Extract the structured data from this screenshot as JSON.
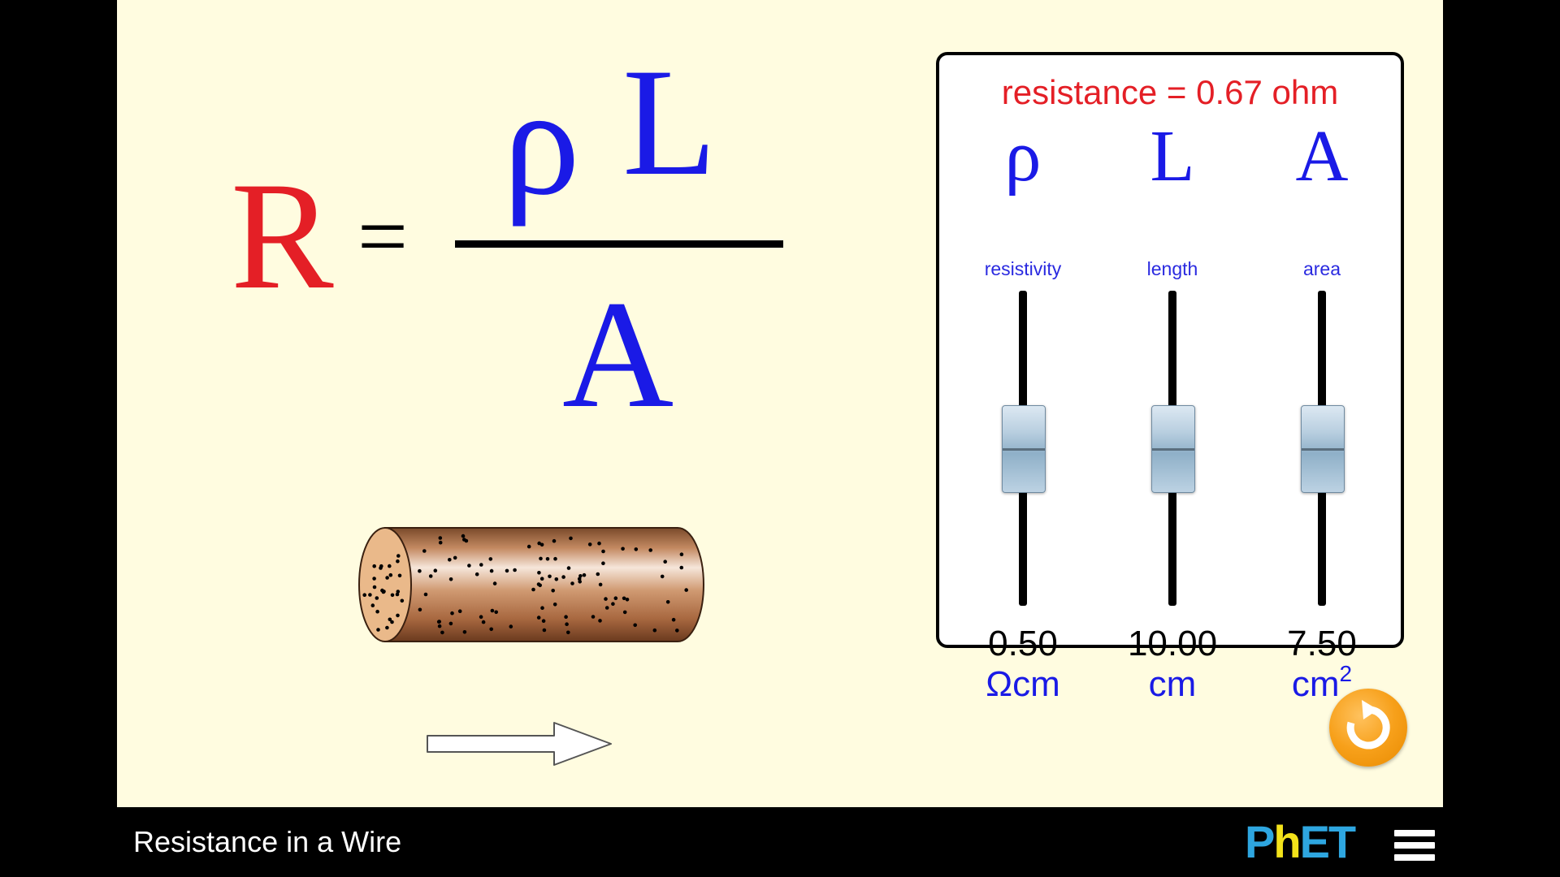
{
  "app": {
    "title": "Resistance in a Wire",
    "logo": "PhET"
  },
  "equation": {
    "lhs": "R",
    "equals": "=",
    "num1": "ρ",
    "num2": "L",
    "den": "A"
  },
  "panel": {
    "readout": "resistance = 0.67 ohm",
    "columns": [
      {
        "symbol": "ρ",
        "name": "resistivity",
        "value": "0.50",
        "unit": "Ωcm",
        "unit_sup": "",
        "level": 0.5
      },
      {
        "symbol": "L",
        "name": "length",
        "value": "10.00",
        "unit": "cm",
        "unit_sup": "",
        "level": 0.5
      },
      {
        "symbol": "A",
        "name": "area",
        "value": "7.50",
        "unit": "cm",
        "unit_sup": "2",
        "level": 0.5
      }
    ]
  },
  "icons": {
    "reset": "reset-icon",
    "menu": "hamburger-menu-icon",
    "arrow": "current-arrow-icon"
  },
  "colors": {
    "background": "#fffce0",
    "red": "#e41f26",
    "blue": "#1a1ae6",
    "reset": "#f7a01a",
    "phet_blue": "#2ea6e0",
    "phet_yellow": "#f3e21a"
  }
}
